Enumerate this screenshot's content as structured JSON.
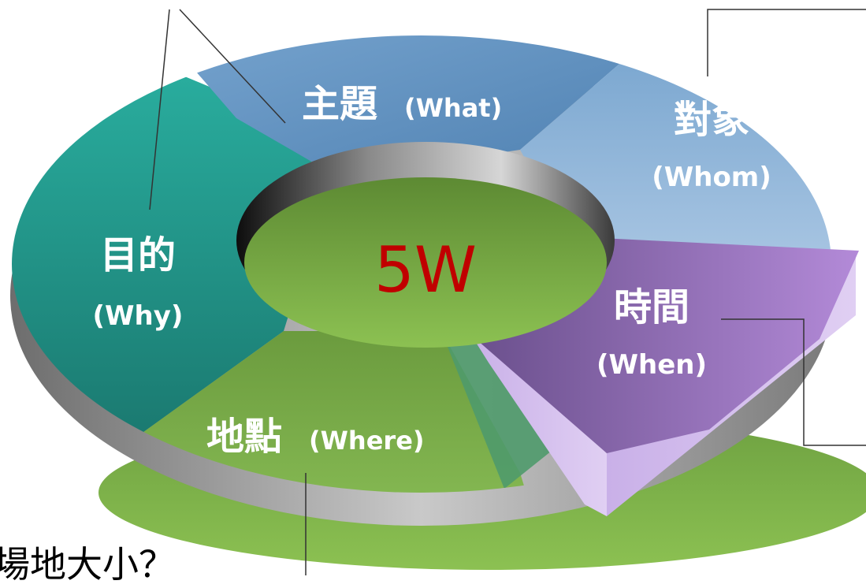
{
  "center": {
    "label": "5W",
    "color": "#c00000"
  },
  "segments": {
    "what": {
      "zh": "主題",
      "en": "(What)",
      "color": "#6fa0cc"
    },
    "whom": {
      "zh": "對象",
      "en": "(Whom)",
      "color": "#8fb5dc"
    },
    "when": {
      "zh": "時間",
      "en": "(When)",
      "color": "#9a76bf"
    },
    "where": {
      "zh": "地點",
      "en": "(Where)",
      "color": "#7ab04b"
    },
    "why": {
      "zh": "目的",
      "en": "(Why)",
      "color": "#1f8f86"
    }
  },
  "bottom_note": "場地大小？"
}
